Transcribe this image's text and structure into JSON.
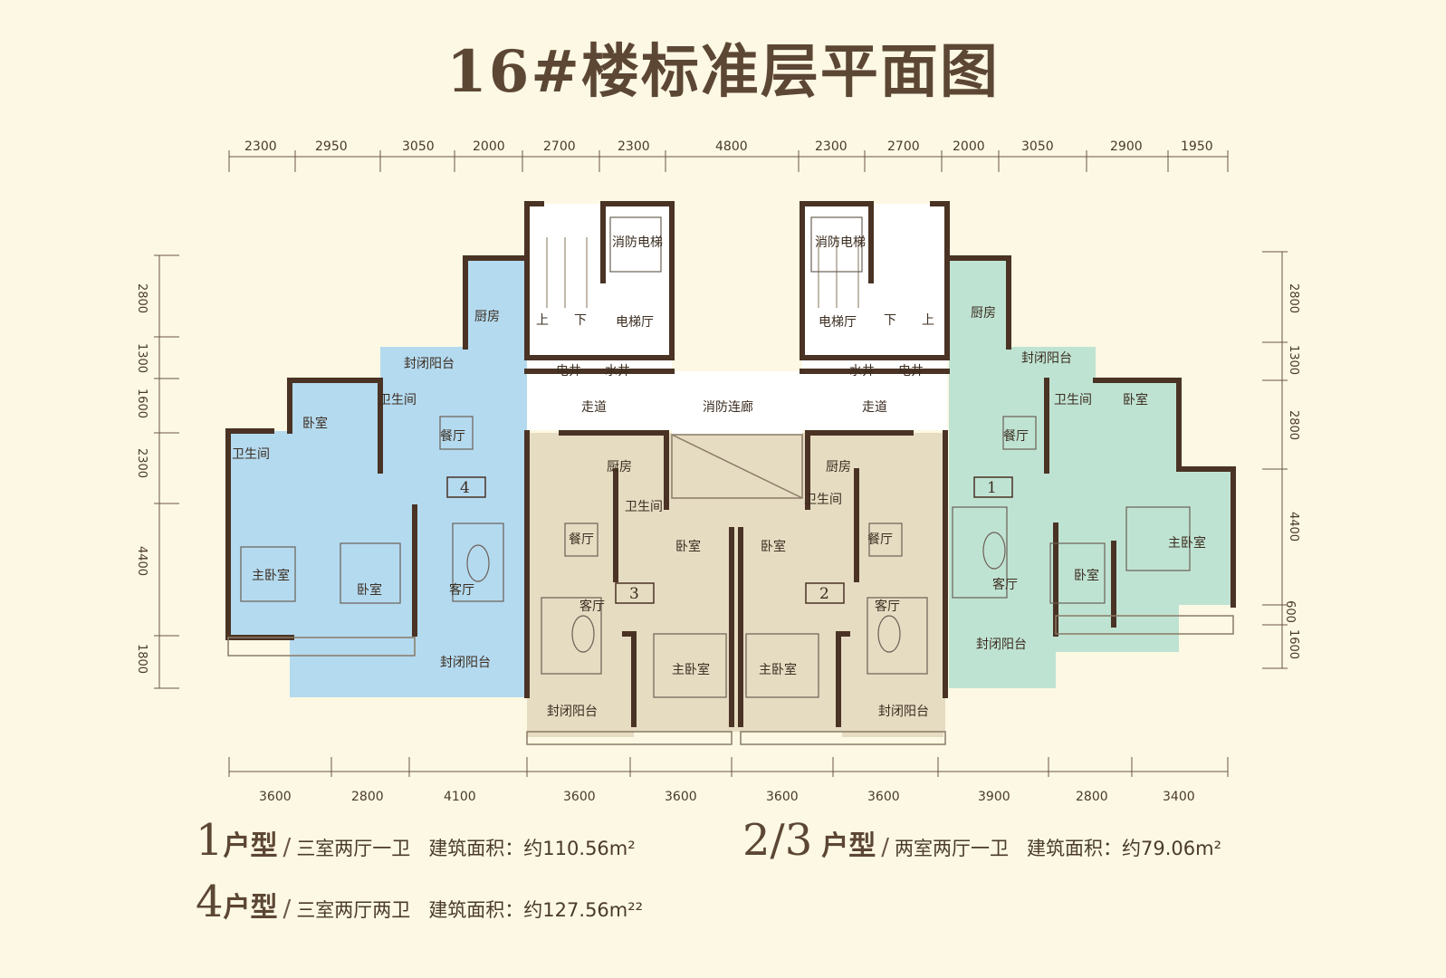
{
  "title": "16#楼标准层平面图",
  "colors": {
    "background": "#fcf8e3",
    "unit1": "#bfe3d3",
    "unit23": "#e6dcc2",
    "unit4": "#b4daf0",
    "wall": "#4a3324",
    "text": "#4a3a2a"
  },
  "top_dimensions": [
    "2300",
    "2950",
    "3050",
    "2000",
    "2700",
    "2300",
    "4800",
    "2300",
    "2700",
    "2000",
    "3050",
    "2900",
    "1950"
  ],
  "bottom_dimensions": [
    "3600",
    "2800",
    "4100",
    "3600",
    "3600",
    "3600",
    "3600",
    "3900",
    "2800",
    "3400"
  ],
  "left_dimensions": [
    "2800",
    "1300",
    "1600",
    "2300",
    "4400",
    "1800"
  ],
  "right_dimensions": [
    "2800",
    "1300",
    "2800",
    "4400",
    "600",
    "1600"
  ],
  "core": {
    "fire_elevator_left": "消防电梯",
    "fire_elevator_right": "消防电梯",
    "elevator_hall_left": "电梯厅",
    "elevator_hall_right": "电梯厅",
    "up_left": "上",
    "down_left": "下",
    "up_right": "上",
    "down_right": "下",
    "elec_shaft_left": "电井",
    "water_shaft_left": "水井",
    "elec_shaft_right": "电井",
    "water_shaft_right": "水井",
    "corridor_left": "走道",
    "corridor_right": "走道",
    "fire_corridor": "消防连廊"
  },
  "unit4": {
    "number": "4",
    "kitchen": "厨房",
    "balcony_top": "封闭阳台",
    "bedroom_top": "卧室",
    "bath1": "卫生间",
    "bath2": "卫生间",
    "dining": "餐厅",
    "master": "主卧室",
    "bedroom": "卧室",
    "living": "客厅",
    "balcony_bottom": "封闭阳台"
  },
  "unit3": {
    "number": "3",
    "kitchen": "厨房",
    "bath": "卫生间",
    "dining": "餐厅",
    "bedroom": "卧室",
    "living": "客厅",
    "master": "主卧室",
    "balcony": "封闭阳台"
  },
  "unit2": {
    "number": "2",
    "kitchen": "厨房",
    "bath": "卫生间",
    "dining": "餐厅",
    "bedroom": "卧室",
    "living": "客厅",
    "master": "主卧室",
    "balcony": "封闭阳台"
  },
  "unit1": {
    "number": "1",
    "kitchen": "厨房",
    "balcony_top": "封闭阳台",
    "bath": "卫生间",
    "bedroom_top": "卧室",
    "dining": "餐厅",
    "living": "客厅",
    "bedroom": "卧室",
    "master": "主卧室",
    "balcony_bottom": "封闭阳台"
  },
  "legend": [
    {
      "num": "1",
      "type": "户型",
      "slash": "/",
      "desc": "三室两厅一卫",
      "area": "建筑面积：约110.56m²"
    },
    {
      "num": "2/3",
      "type": "户型",
      "slash": "/",
      "desc": "两室两厅一卫",
      "area": "建筑面积：约79.06m²"
    },
    {
      "num": "4",
      "type": "户型",
      "slash": "/",
      "desc": "三室两厅两卫",
      "area": "建筑面积：约127.56m²²"
    }
  ]
}
